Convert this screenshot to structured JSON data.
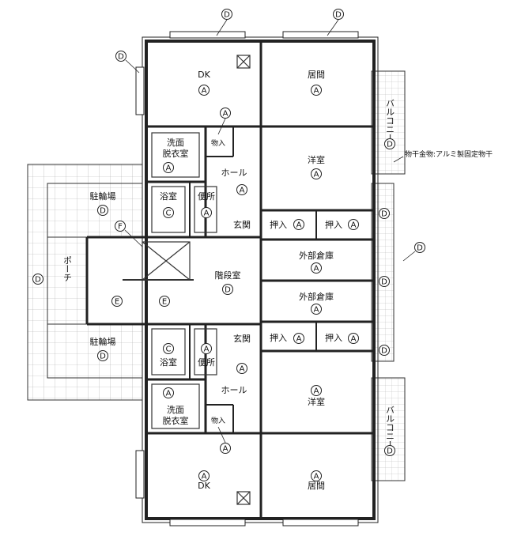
{
  "rooms": {
    "dk": "DK",
    "living": "居間",
    "western": "洋室",
    "storage_small": "物入",
    "washroom_1": "洗面",
    "washroom_2": "脱衣室",
    "hall": "ホール",
    "bath": "浴室",
    "toilet": "便所",
    "entrance": "玄関",
    "closet": "押入",
    "outdoor_storage": "外部倉庫",
    "stairs": "階段室",
    "parking": "駐輪場",
    "porch": "ポーチ",
    "balcony": "バルコニー"
  },
  "notes": {
    "drying_rack": "物干金物:アルミ製固定物干"
  },
  "markers": {
    "A": "A",
    "C": "C",
    "D": "D",
    "E": "E",
    "F": "F"
  },
  "colors": {
    "line": "#222222",
    "hatch": "#999999"
  }
}
